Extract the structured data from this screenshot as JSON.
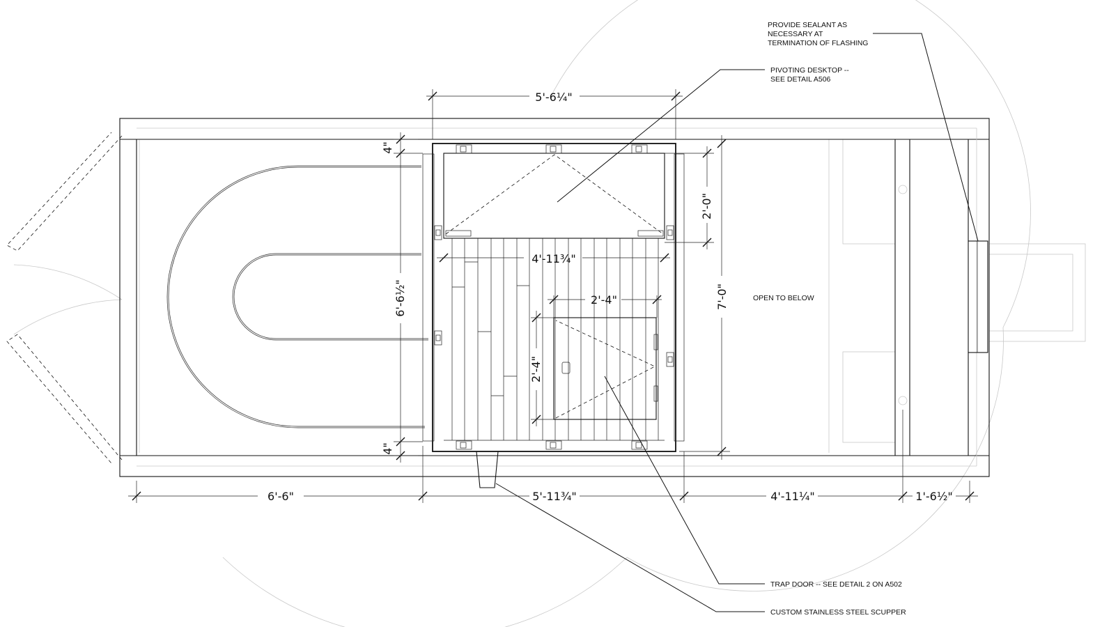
{
  "dimensions": {
    "top_width": "5'-6¼\"",
    "inner_width": "4'-11¾\"",
    "trap_width": "2'-4\"",
    "trap_height": "2'-4\"",
    "desk_depth": "2'-0\"",
    "overall_height": "6'-6½\"",
    "right_height": "7'-0\"",
    "top_offset": "4\"",
    "bottom_offset": "4\"",
    "bottom_left": "6'-6\"",
    "bottom_center": "5'-11¾\"",
    "bottom_right": "4'-11¼\"",
    "bottom_far_right": "1'-6½\""
  },
  "notes": {
    "sealant_line1": "PROVIDE SEALANT AS",
    "sealant_line2": "NECESSARY AT",
    "sealant_line3": "TERMINATION OF FLASHING",
    "desktop_line1": "PIVOTING DESKTOP --",
    "desktop_line2": "SEE DETAIL A506",
    "open_below": "OPEN TO BELOW",
    "trap_door": "TRAP DOOR -- SEE DETAIL 2 ON A502",
    "scupper": "CUSTOM STAINLESS STEEL SCUPPER"
  }
}
